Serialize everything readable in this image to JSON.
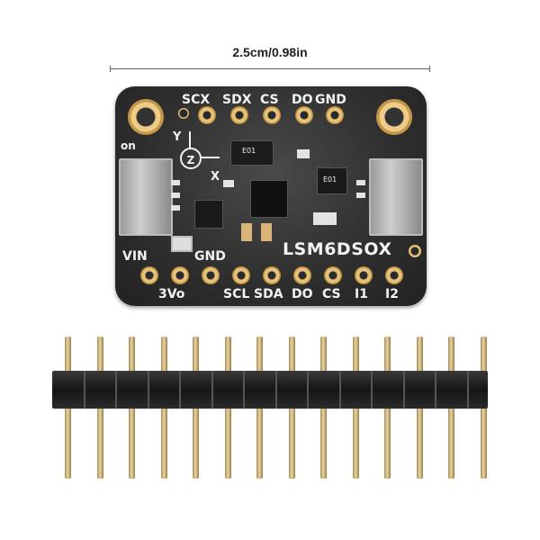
{
  "dimension": {
    "label": "2.5cm/0.98in"
  },
  "board": {
    "name": "LSM6DSOX",
    "top_pins": [
      "SCX",
      "SDX",
      "CS",
      "DO",
      "GND"
    ],
    "bottom_pins_upper": [
      "VIN",
      "GND"
    ],
    "bottom_pins_lower": [
      "3Vo",
      "SCL",
      "SDA",
      "DO",
      "CS",
      "I1",
      "I2"
    ],
    "led_label": "on",
    "axis_labels": {
      "y": "Y",
      "x": "X",
      "z": "Z"
    },
    "chip_marks": [
      "E01",
      "E01"
    ]
  },
  "header": {
    "pin_count": 14
  },
  "colors": {
    "pcb": "#2e2e2e",
    "gold": "#e6c27a",
    "silkscreen": "#f2f2f2",
    "header_plastic": "#1a1a1a"
  }
}
